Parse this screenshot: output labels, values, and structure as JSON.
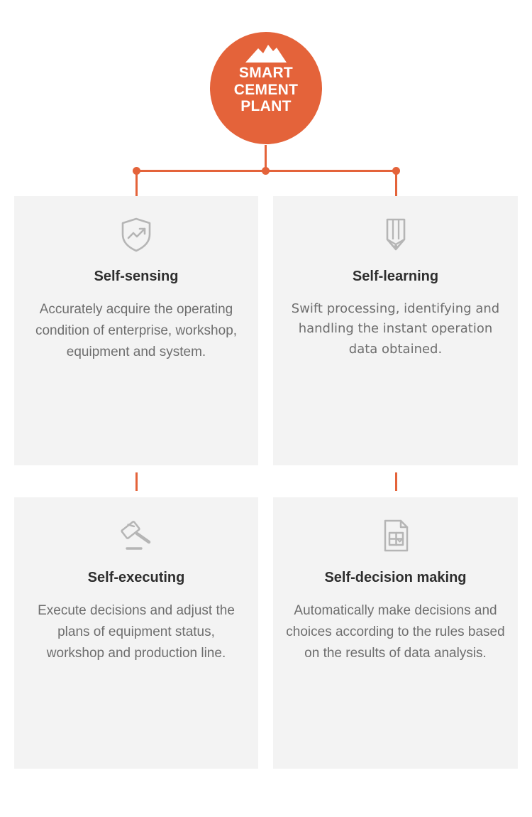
{
  "hub": {
    "icon": "mountain-icon",
    "title": "SMART\nCEMENT\nPLANT",
    "color": "#E4633A"
  },
  "connector": {
    "color": "#E4633A",
    "dots": 3
  },
  "theme": {
    "accent": "#E4633A",
    "card_bg": "#f3f3f3",
    "title_color": "#2e2e2e",
    "body_color": "#6e6e6e",
    "icon_color": "#b5b5b5",
    "page_bg": "#ffffff"
  },
  "cards": [
    {
      "id": "self-sensing",
      "icon": "shield-trend-icon",
      "title": "Self-sensing",
      "body": "Accurately acquire the operating condition of enterprise, workshop, equipment and system."
    },
    {
      "id": "self-learning",
      "icon": "pencil-icon",
      "title": "Self-learning",
      "body": "Swift processing, identifying and handling the instant operation data obtained."
    },
    {
      "id": "self-executing",
      "icon": "gavel-icon",
      "title": "Self-executing",
      "body": "Execute decisions and adjust the plans of equipment status, workshop and production line."
    },
    {
      "id": "self-decision-making",
      "icon": "document-table-check-icon",
      "title": "Self-decision making",
      "body": "Automatically make decisions and choices according to the rules based on the results of data analysis."
    }
  ]
}
